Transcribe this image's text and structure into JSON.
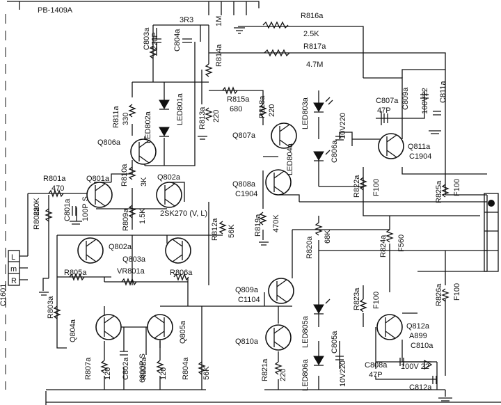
{
  "board_label": "PB-1409A",
  "side_label": "C1601",
  "connector_labels": [
    "L",
    "m",
    "R"
  ],
  "resistors": [
    {
      "ref": "R816a",
      "value": "2.5K"
    },
    {
      "ref": "R817a",
      "value": "4.7M"
    },
    {
      "ref": "R814a",
      "value": "1M"
    },
    {
      "ref": "R815a",
      "value": "680"
    },
    {
      "ref": "R813a",
      "value": "220"
    },
    {
      "ref": "R811a",
      "value": "330"
    },
    {
      "ref": "R810a",
      "value": "3K"
    },
    {
      "ref": "R818a",
      "value": "220"
    },
    {
      "ref": "R801a",
      "value": "470"
    },
    {
      "ref": "R802a",
      "value": "820K"
    },
    {
      "ref": "R809a",
      "value": "1.5K"
    },
    {
      "ref": "R812a",
      "value": "56K"
    },
    {
      "ref": "R819a",
      "value": "470K"
    },
    {
      "ref": "R822a",
      "value": "F100"
    },
    {
      "ref": "R825a",
      "value": "F100"
    },
    {
      "ref": "R820a",
      "value": "68K"
    },
    {
      "ref": "R824a",
      "value": "F560"
    },
    {
      "ref": "R805a",
      "value": ""
    },
    {
      "ref": "R806a",
      "value": ""
    },
    {
      "ref": "R803a",
      "value": ""
    },
    {
      "ref": "R823a",
      "value": "F100"
    },
    {
      "ref": "R826a",
      "value": "F100"
    },
    {
      "ref": "R807a",
      "value": "120"
    },
    {
      "ref": "R808a",
      "value": "120"
    },
    {
      "ref": "R804a",
      "value": "56K"
    },
    {
      "ref": "R821a",
      "value": "220"
    }
  ],
  "capacitors": [
    {
      "ref": "C803a",
      "value": "220P"
    },
    {
      "ref": "C804a",
      "value": ""
    },
    {
      "ref": "C807a",
      "value": "47P"
    },
    {
      "ref": "C809a",
      "value": "100V22"
    },
    {
      "ref": "C811a",
      "value": ""
    },
    {
      "ref": "C806a",
      "value": "10V220"
    },
    {
      "ref": "C801a",
      "value": "100P S"
    },
    {
      "ref": "C802a",
      "value": "6800P S"
    },
    {
      "ref": "C805a",
      "value": "10V220"
    },
    {
      "ref": "C810a",
      "value": "100V 22"
    },
    {
      "ref": "C808a",
      "value": "47P"
    },
    {
      "ref": "C812a",
      "value": ""
    }
  ],
  "misc_labels": {
    "r3r3": "3R3",
    "vr801a": "VR801a"
  },
  "transistors": [
    {
      "ref": "Q806a",
      "type": ""
    },
    {
      "ref": "Q807a",
      "type": ""
    },
    {
      "ref": "Q808a",
      "type": "C1904"
    },
    {
      "ref": "Q811a",
      "type": "C1904"
    },
    {
      "ref": "Q801a",
      "type": ""
    },
    {
      "ref": "Q802a",
      "type": "2SK270 (V, L)"
    },
    {
      "ref": "Q802a",
      "type": ""
    },
    {
      "ref": "Q803a",
      "type": ""
    },
    {
      "ref": "Q809a",
      "type": "C1104"
    },
    {
      "ref": "Q812a",
      "type": "A899"
    },
    {
      "ref": "Q804a",
      "type": ""
    },
    {
      "ref": "Q805a",
      "type": ""
    },
    {
      "ref": "Q810a",
      "type": ""
    }
  ],
  "leds": [
    "LED802a",
    "LED801a",
    "LED803a",
    "LED804a",
    "LED805a",
    "LED806a"
  ]
}
